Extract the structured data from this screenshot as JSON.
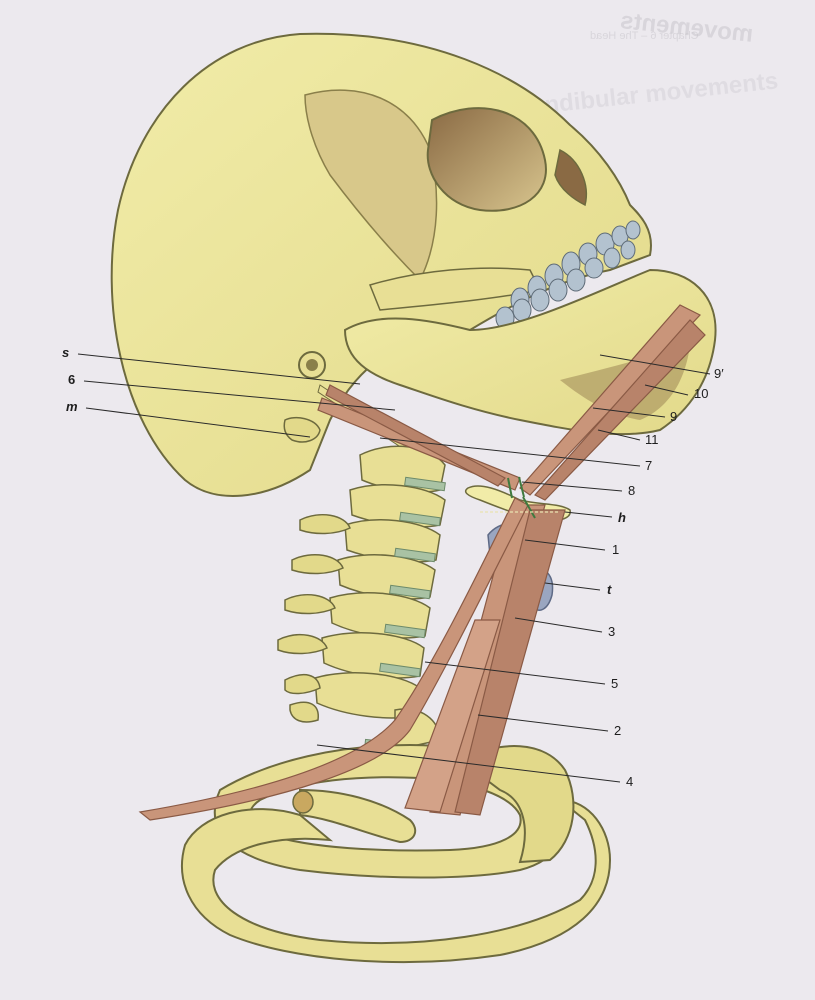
{
  "background_text": {
    "header": "Chapter 6 – The Head",
    "title": "The role of muscles in mandibular movements",
    "title_mirror": "movements"
  },
  "diagram": {
    "labels": {
      "s": "s",
      "six": "6",
      "m": "m",
      "nine_prime": "9′",
      "ten": "10",
      "nine": "9",
      "eleven": "11",
      "seven": "7",
      "eight": "8",
      "h": "h",
      "one": "1",
      "t": "t",
      "three": "3",
      "five": "5",
      "two": "2",
      "four": "4"
    },
    "colors": {
      "bone": "#ece79c",
      "bone_shadow": "#cfc57a",
      "bone_outline": "#6d6a3e",
      "muscle": "#c9957a",
      "muscle_dark": "#a9735b",
      "teeth": "#b3c2cf",
      "cartilage": "#9aa6c0",
      "disc": "#a9c2a4",
      "page": "#ece9ee"
    }
  }
}
